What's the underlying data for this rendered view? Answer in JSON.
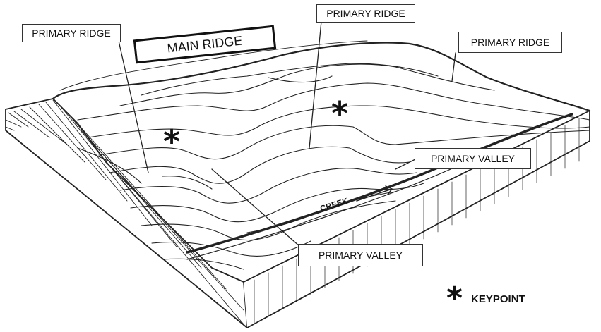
{
  "labels": {
    "main_ridge": "MAIN RIDGE",
    "primary_ridge_left": "PRIMARY RIDGE",
    "primary_ridge_center": "PRIMARY RIDGE",
    "primary_ridge_right": "PRIMARY RIDGE",
    "primary_valley_right": "PRIMARY VALLEY",
    "primary_valley_bottom": "PRIMARY VALLEY",
    "creek": "CREEK"
  },
  "legend": {
    "symbol": "*",
    "text": "KEYPOINT"
  },
  "keypoint_symbol": "*"
}
